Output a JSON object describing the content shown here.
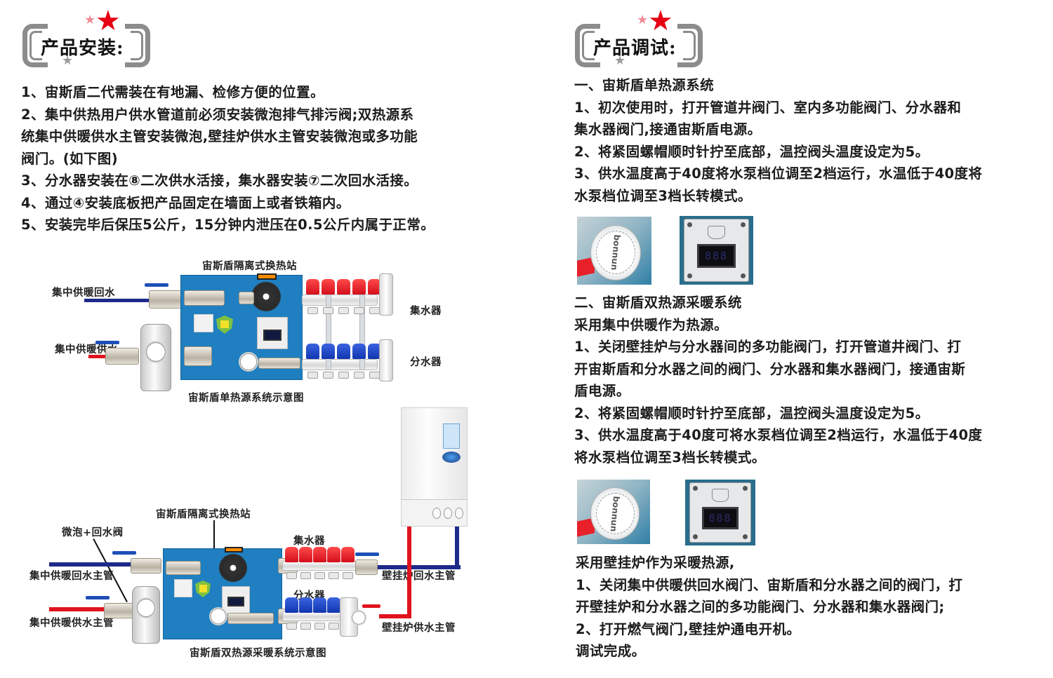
{
  "left": {
    "heading": "产品安装:",
    "steps": [
      "1、宙斯盾二代需装在有地漏、检修方便的位置。",
      "2、集中供热用户供水管道前必须安装微泡排气排污阀;双热源系",
      "统集中供暖供水主管安装微泡,壁挂炉供水主管安装微泡或多功能",
      "阀门。(如下图)",
      "3、分水器安装在⑧二次供水活接，集水器安装⑦二次回水活接。",
      "4、通过④安装底板把产品固定在墙面上或者铁箱内。",
      "5、安装完毕后保压5公斤，15分钟内泄压在0.5公斤内属于正常。"
    ],
    "diagram_single": {
      "title": "宙斯盾隔离式换热站",
      "label_return": "集中供暖回水",
      "label_supply": "集中供暖供水",
      "label_collector": "集水器",
      "label_distributor": "分水器",
      "caption": "宙斯盾单热源系统示意图"
    },
    "diagram_dual": {
      "title": "宙斯盾隔离式换热站",
      "label_microbubble": "微泡+回水阀",
      "label_central_return": "集中供暖回水主管",
      "label_central_supply": "集中供暖供水主管",
      "label_collector": "集水器",
      "label_distributor": "分水器",
      "label_boiler_return": "壁挂炉回水主管",
      "label_boiler_supply": "壁挂炉供水主管",
      "caption": "宙斯盾双热源采暖系统示意图"
    }
  },
  "right": {
    "heading": "产品调试:",
    "section1": {
      "title": "一、宙斯盾单热源系统",
      "lines": [
        "1、初次使用时，打开管道井阀门、室内多功能阀门、分水器和",
        "集水器阀门,接通宙斯盾电源。",
        "2、将紧固螺帽顺时针拧至底部，温控阀头温度设定为5。",
        "3、供水温度高于40度将水泵档位调至2档运行，水温低于40度将",
        "水泵档位调至3档长转模式。"
      ]
    },
    "section2": {
      "title": "二、宙斯盾双热源采暖系统",
      "lines": [
        "采用集中供暖作为热源。",
        "1、关闭壁挂炉与分水器间的多功能阀门，打开管道井阀门、打",
        "开宙斯盾和分水器之间的阀门、分水器和集水器阀门，接通宙斯",
        "盾电源。",
        "2、将紧固螺帽顺时针拧至底部，温控阀头温度设定为5。",
        "3、供水温度高于40度可将水泵档位调至2档运行，水温低于40度",
        "将水泵档位调至3档长转模式。"
      ]
    },
    "section3": {
      "lines": [
        "采用壁挂炉作为采暖热源,",
        "1、关闭集中供暖供回水阀门、宙斯盾和分水器之间的阀门，打",
        "开壁挂炉和分水器之间的多功能阀门、分水器和集水器阀门;",
        "2、打开燃气阀门,壁挂炉通电开机。",
        "调试完成。"
      ]
    },
    "photos": {
      "dial_brand": "bonnun",
      "display_digits_1": "888",
      "display_digits_2": "888"
    }
  },
  "colors": {
    "star_red": "#e60012",
    "star_pink": "#f08c96",
    "bracket_grey": "#8c8c8c",
    "pipe_blue": "#1d2a8a",
    "pipe_red": "#e0141e",
    "panel_blue": "#1f7fc0"
  }
}
